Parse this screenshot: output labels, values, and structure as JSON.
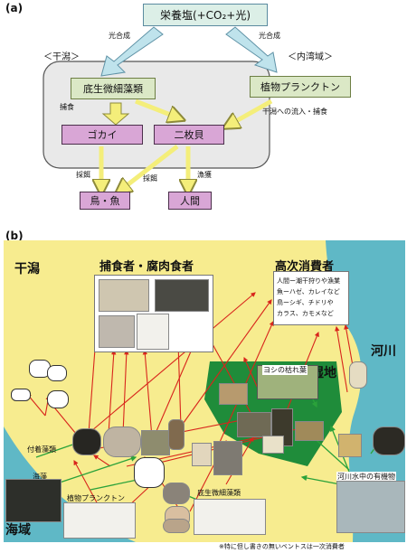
{
  "panel_a": {
    "label": "(a)",
    "nutrient": "栄養塩(+CO₂+光)",
    "photosynthesis_left": "光合成",
    "photosynthesis_right": "光合成",
    "region_left": "＜干潟＞",
    "region_right": "＜内湾域＞",
    "benthic_algae": "底生微細藻類",
    "phytoplankton": "植物プランクトン",
    "predation": "捕食",
    "inflow_predation": "干潟への流入・捕食",
    "lugworm": "ゴカイ",
    "bivalve": "二枚貝",
    "bait_collecting_1": "採餌",
    "bait_collecting_2": "採餌",
    "fishing": "漁獲",
    "bird_fish": "鳥・魚",
    "human": "人間"
  },
  "panel_b": {
    "label": "(b)",
    "tidal_flat": "干潟",
    "sea_area": "海域",
    "river": "河川",
    "salt_marsh": "塩性湿地",
    "predators_title": "捕食者・腐肉食者",
    "higher_consumers_title": "高次消費者",
    "higher_consumers_lines": [
      "人間ー潮干狩りや漁業",
      "魚ーハゼ、カレイなど",
      "鳥ーシギ、チドリや",
      "カラス、カモメなど"
    ],
    "reed_litter": "ヨシの枯れ葉",
    "attached_algae": "付着藻類",
    "seaweed": "海藻",
    "phytoplankton": "植物プランクトン",
    "benthic_algae": "底生微細藻類",
    "river_organic": "河川水中の有機物",
    "footnote": "※特に但し書きの無いベントスは一次消費者"
  }
}
